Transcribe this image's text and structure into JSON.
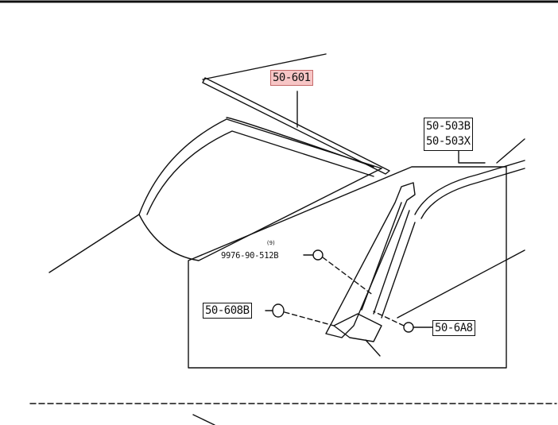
{
  "parts": {
    "molding_upper": "50-601",
    "pillar_molding_a": "50-503B",
    "pillar_molding_b": "50-503X",
    "screw_note": "(9)",
    "screw": "9976-90-512B",
    "clip_left": "50-608B",
    "clip_right": "50-6A8"
  },
  "colors": {
    "ink": "#111111",
    "highlight": "#f7c6c6"
  }
}
